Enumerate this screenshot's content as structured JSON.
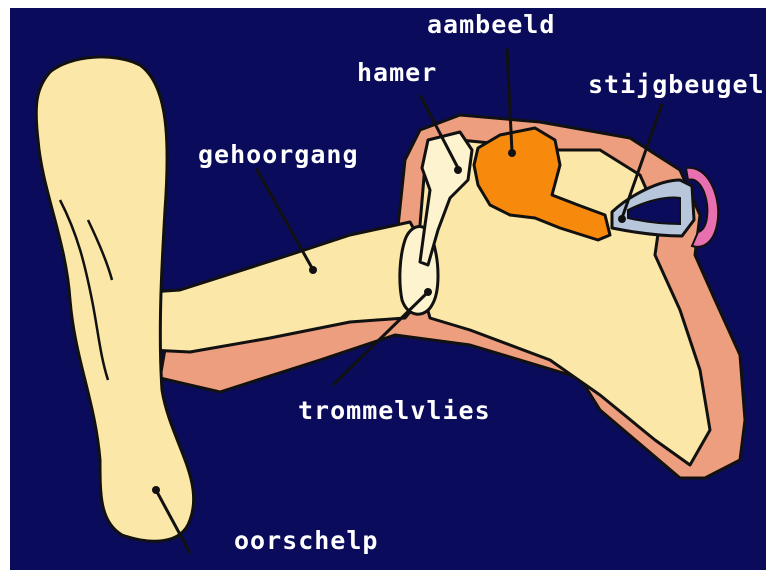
{
  "colors": {
    "background": "#0b0b5c",
    "frame": "#ffffff",
    "skin": "#fbe7a7",
    "flesh": "#ed9e7e",
    "eardrum": "#fdf3cf",
    "incus": "#f78a0c",
    "stirrup": "#b8c6dc",
    "cochlea_rim": "#e86fb0",
    "outline": "#111111",
    "label": "#ffffff"
  },
  "labels": {
    "aambeeld": "aambeeld",
    "hamer": "hamer",
    "stijgbeugel": "stijgbeugel",
    "gehoorgang": "gehoorgang",
    "trommelvlies": "trommelvlies",
    "oorschelp": "oorschelp"
  }
}
